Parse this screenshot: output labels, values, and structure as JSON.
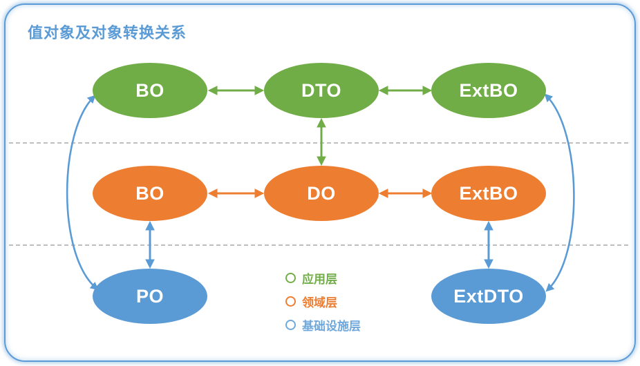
{
  "title": "值对象及对象转换关系",
  "nodes": {
    "app_bo": "BO",
    "app_dto": "DTO",
    "app_extbo": "ExtBO",
    "domain_bo": "BO",
    "domain_do": "DO",
    "domain_extbo": "ExtBO",
    "infra_po": "PO",
    "infra_extdto": "ExtDTO"
  },
  "legend": {
    "items": [
      {
        "label": "应用层",
        "color": "#70AD47"
      },
      {
        "label": "领域层",
        "color": "#ED7D31"
      },
      {
        "label": "基础设施层",
        "color": "#6FA8DC"
      }
    ]
  },
  "colors": {
    "application_layer": "#70AD47",
    "domain_layer": "#ED7D31",
    "infrastructure_layer": "#5B9BD5",
    "title_text": "#5B9BD5",
    "frame_border": "#5B9BD5",
    "dashed_divider": "#A9A9A9"
  }
}
